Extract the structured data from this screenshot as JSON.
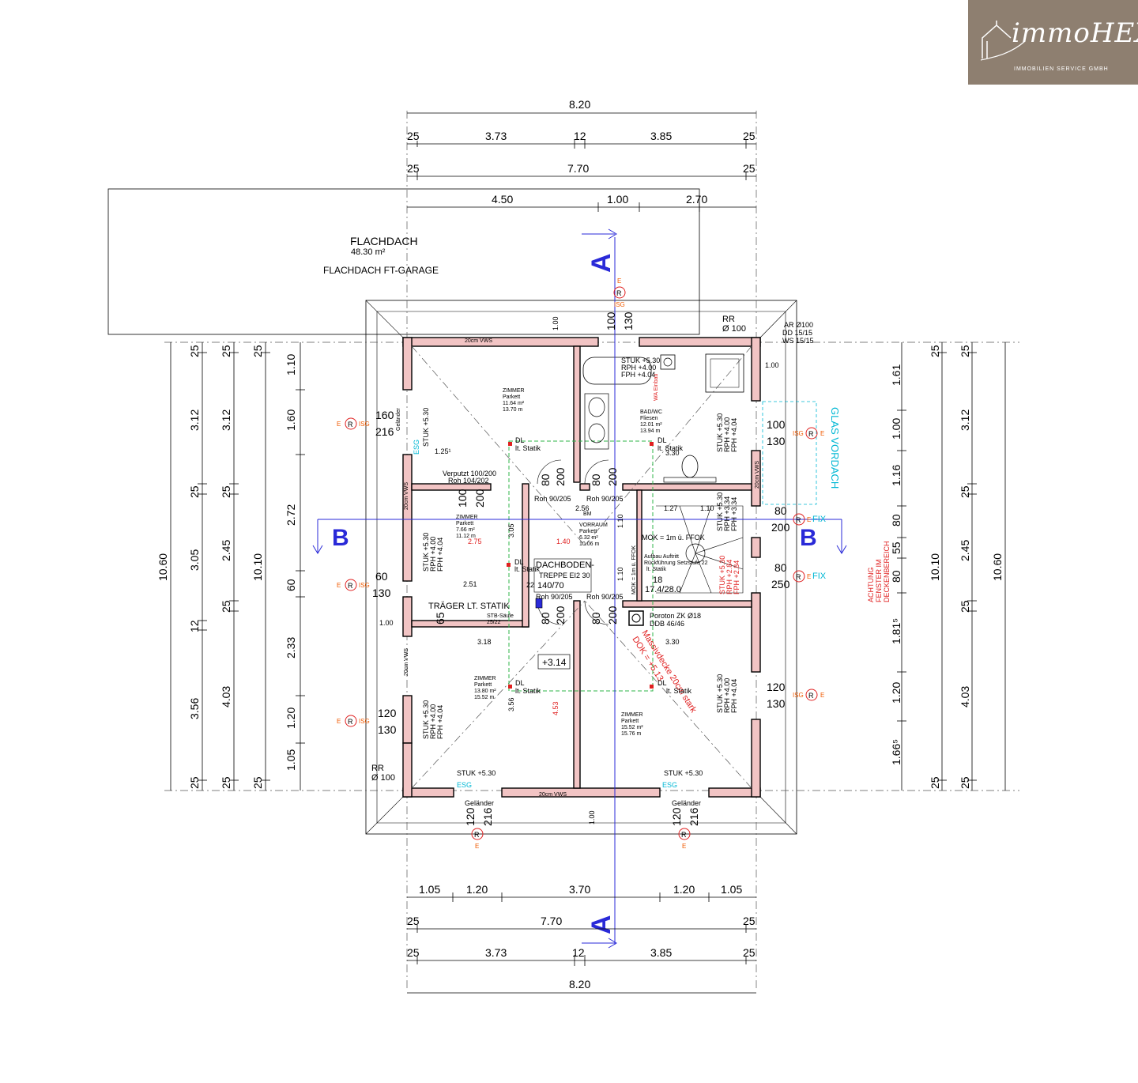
{
  "brand": {
    "name": "immoHEX",
    "tagline": "IMMOBILIEN SERVICE GMBH",
    "color": "#8e7f70"
  },
  "colors": {
    "wall_fill": "#f2c4c4",
    "wall_stroke": "#000000",
    "section_line": "#2a2ad8",
    "cyan_label": "#00b7d4",
    "red_note": "#e02020",
    "orange_symbol": "#f05a00",
    "green_line": "#2fb44a"
  },
  "dims": {
    "top_total": "8.20",
    "top_a": "25",
    "top_b": "3.73",
    "top_c": "12",
    "top_d": "3.85",
    "top_e": "25",
    "top2_a": "25",
    "top2_b": "7.70",
    "top2_c": "25",
    "top3_a": "4.50",
    "top3_b": "1.00",
    "top3_c": "2.70",
    "bot1_a": "1.05",
    "bot1_b": "1.20",
    "bot1_c": "3.70",
    "bot1_d": "1.20",
    "bot1_e": "1.05",
    "bot2_a": "25",
    "bot2_b": "7.70",
    "bot2_c": "25",
    "bot3_a": "25",
    "bot3_b": "3.73",
    "bot3_c": "12",
    "bot3_d": "3.85",
    "bot3_e": "25",
    "bot_total": "8.20",
    "left_total": "10.60",
    "left2_total": "10.10",
    "left_a1": "25",
    "left_a2": "3.12",
    "left_a3": "25",
    "left_a4": "3.05",
    "left_a5": "12",
    "left_a6": "3.56",
    "left_a7": "25",
    "left_b1": "25",
    "left_b2": "3.12",
    "left_b3": "25",
    "left_b4": "2.45",
    "left_b5": "25",
    "left_b6": "4.03",
    "left_b7": "25",
    "left_c1": "25",
    "left_c7": "25",
    "left_d1": "1.10",
    "left_d2": "1.60",
    "left_d3": "2.72",
    "left_d4": "60",
    "left_d5": "2.33",
    "left_d6": "1.20",
    "left_d7": "1.05",
    "right_total": "10.60",
    "right2_total": "10.10",
    "right_a1": "1.61",
    "right_a2": "1.00",
    "right_a3": "1.16",
    "right_a4": "80",
    "right_a5": "55",
    "right_a6": "80",
    "right_a7": "1.81⁵",
    "right_a8": "1.20",
    "right_a9": "1.66⁵",
    "right_b1": "25",
    "right_b7": "25",
    "right_c1": "25",
    "right_c2": "3.12",
    "right_c3": "25",
    "right_c4": "2.45",
    "right_c5": "25",
    "right_c6": "4.03",
    "right_c7": "25"
  },
  "labels": {
    "flachdach": "FLACHDACH",
    "flachdach_area": "48.30 m²",
    "flachdach_garage": "FLACHDACH FT-GARAGE",
    "section_a": "A",
    "section_b": "B",
    "rr": "RR",
    "rr_size": "Ø 100",
    "rr2": "RR",
    "rr2_size": "Ø 100",
    "ar": "AR Ø100",
    "dd": "DD 15/15",
    "ws": "WS 15/15",
    "vws_top": "20cm VWS",
    "vws_bottom": "20cm VWS",
    "vws_left1": "20cm VWS",
    "vws_left2": "20cm VWS",
    "vws_right": "20cm VWS",
    "glas_vordach": "GLAS VORDACH",
    "achtung": "ACHTUNG",
    "fenster_im": "FENSTER IM",
    "deckenbereich": "DECKENBEREICH",
    "stuk_bad": "STUK +5.30",
    "rph_bad": "RPH +4.00",
    "fph_bad": "FPH +4.04",
    "wa": "WA Einbau",
    "bad_name": "BAD/WC",
    "bad_floor": "Fliesen",
    "bad_area": "12.01 m²",
    "bad_perim": "13.94 m",
    "z1_name": "ZIMMER",
    "z1_floor": "Parkett",
    "z1_area": "11.64 m²",
    "z1_perim": "13.70 m",
    "z2_name": "ZIMMER",
    "z2_floor": "Parkett",
    "z2_area": "7.66 m²",
    "z2_perim": "11.12 m",
    "z3_name": "ZIMMER",
    "z3_floor": "Parkett",
    "z3_area": "13.80 m²",
    "z3_perim": "15.52 m",
    "z4_name": "ZIMMER",
    "z4_floor": "Parkett",
    "z4_area": "15.52 m²",
    "z4_perim": "15.76 m",
    "vr_name": "VORRAUM",
    "vr_floor": "Parkett",
    "vr_area": "6.32 m²",
    "vr_perim": "10.06 m",
    "dachboden": "DACHBODEN-",
    "treppe": "TREPPE EI2 30",
    "treppe_size": "140/70",
    "traeger": "TRÄGER LT. STATIK",
    "stb": "STB-Säule",
    "stb_size": "25/22",
    "verputzt": "Verputzt 100/200",
    "roh_vp": "Roh 104/202",
    "roh1": "Roh 90/205",
    "roh2": "Roh 90/205",
    "roh3": "Roh 90/205",
    "roh4": "Roh 90/205",
    "mok1": "MOK = 1m ü. FFOK",
    "mok2": "MOK = 1m ü. FFOK",
    "aufbau1": "Aufbau Auftritt",
    "aufbau2": "Rückführung Setzstufe 22",
    "lt_statik_stair": "lt. Statik",
    "stair1": "18",
    "stair2": "17.4/28.0",
    "poroton": "Poroton ZK Ø18",
    "ddb": "DDB 46/46",
    "massiv": "Massivdecke 20cm stark",
    "dok": "DOK = +5.13",
    "plus314": "+3.14",
    "dl1": "DL",
    "st1": "lt. Statik",
    "dl2": "DL",
    "st2": "lt. Statik",
    "dl3": "DL",
    "st3": "lt. Statik",
    "dl4": "DL",
    "st4": "lt. Statik",
    "dl5": "DL",
    "st5": "lt. Statik",
    "stuk_l1": "STUK +5.30",
    "stuk_l2a": "STUK +5.30",
    "rph_l2": "RPH +4.00",
    "fph_l2": "FPH +4.04",
    "stuk_l3": "STUK +5.30",
    "rph_l3": "RPH +4.00",
    "fph_l3": "FPH +4.04",
    "stuk_r1": "STUK +5.30",
    "rph_r1": "RPH +4.00",
    "fph_r1": "FPH +4.04",
    "stuk_r2": "STUK +5.30",
    "rph_r2": "RPH +3.34",
    "fph_r2": "FPH +3.34",
    "stuk_r2b": "STUK +5.30",
    "rph_r2b": "RPH +2.84",
    "fph_r2b": "FPH +2.84",
    "stuk_r3": "STUK +5.30",
    "rph_r3": "RPH +4.00",
    "fph_r3": "FPH +4.04",
    "stuk_b1": "STUK +5.30",
    "stuk_b2": "STUK +5.30",
    "gel_l": "Geländer",
    "gel_b1": "Geländer",
    "gel_b2": "Geländer",
    "esg_l": "ESG",
    "esg_b1": "ESG",
    "esg_b2": "ESG",
    "w_l1_a": "160",
    "w_l1_b": "216",
    "w_l2_a": "60",
    "w_l2_b": "130",
    "w_l3_a": "120",
    "w_l3_b": "130",
    "w_r1_a": "100",
    "w_r1_b": "130",
    "w_r2_a": "80",
    "w_r2_b": "200",
    "w_r3_a": "80",
    "w_r3_b": "250",
    "w_r4_a": "120",
    "w_r4_b": "130",
    "w_t_a": "100",
    "w_t_b": "130",
    "w_b1_a": "120",
    "w_b1_b": "216",
    "w_b2_a": "120",
    "w_b2_b": "216",
    "d1_a": "80",
    "d1_b": "200",
    "d2_a": "80",
    "d2_b": "200",
    "d3_a": "80",
    "d3_b": "200",
    "d4_a": "80",
    "d4_b": "200",
    "d5_a": "100",
    "d5_b": "200",
    "i_125": "1.25¹",
    "i_330a": "3.30",
    "i_330b": "3.30",
    "i_275": "2.75",
    "i_251": "2.51",
    "i_318": "3.18",
    "i_140": "1.40",
    "i_305": "3.05",
    "i_356": "3.56",
    "i_453": "4.53",
    "i_256": "2.56",
    "i_127": "1.27",
    "i_110": "1.10",
    "i_100_top": "1.00",
    "i_100_right": "1.00",
    "i_100_left": "1.00",
    "i_100_bottom": "1.00",
    "i_110_v1": "1.10",
    "i_110_v2": "1.10",
    "i_65": "65",
    "i_22": "22",
    "i_bm": "BM",
    "sym_e": "E",
    "sym_r": "R",
    "sym_isg": "ISG",
    "sym_fix": "FIX"
  }
}
